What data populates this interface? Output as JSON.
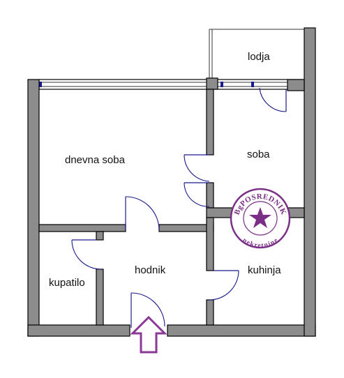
{
  "rooms": {
    "lodja": "lodja",
    "dnevna": "dnevna soba",
    "soba": "soba",
    "hodnik": "hodnik",
    "kupatilo": "kupatilo",
    "kuhinja": "kuhinja"
  },
  "stamp": {
    "top_text": "BgPOSREDNIK",
    "bottom_text": "nekretnine",
    "color": "#7a2f86",
    "icon": "star-icon"
  },
  "entrance": {
    "icon": "entrance-arrow-icon",
    "color": "#8a3a96"
  },
  "colors": {
    "wall": "#8c8c8c",
    "door": "#1a1a8c"
  }
}
